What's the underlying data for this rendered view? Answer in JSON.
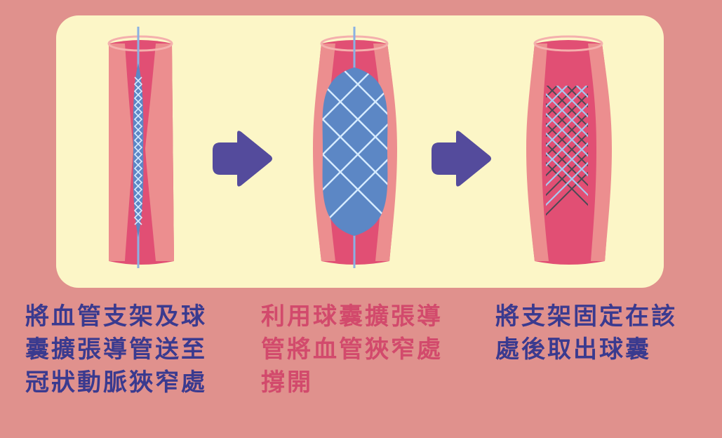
{
  "colors": {
    "background": "#e0918d",
    "panel": "#fcf6c7",
    "caption_blue": "#3a3a8f",
    "caption_red": "#d24a6c",
    "arrow": "#544b9c",
    "vessel_outer": "#ec8e8f",
    "vessel_inner": "#e14f74",
    "balloon": "#5c87c5",
    "stent": "#d6ebff",
    "catheter": "#8ab1e3",
    "plaque": "#4a4a55"
  },
  "steps": [
    {
      "caption": "將血管支架及球\n囊擴張導管送至\n冠狀動脈狹窄處"
    },
    {
      "caption": "利用球囊擴張導\n管將血管狹窄處\n撐開"
    },
    {
      "caption": "將支架固定在該\n處後取出球囊"
    }
  ]
}
